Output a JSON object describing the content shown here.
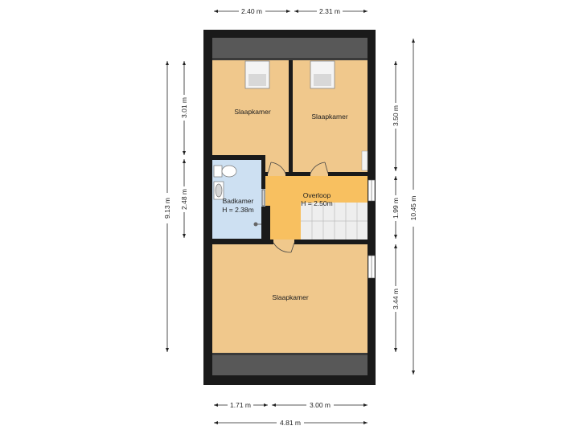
{
  "rooms": {
    "bedroom_top_left": {
      "name": "Slaapkamer"
    },
    "bedroom_top_right": {
      "name": "Slaapkamer"
    },
    "bathroom": {
      "name": "Badkamer",
      "height": "H = 2.38m"
    },
    "landing": {
      "name": "Overloop",
      "height": "H = 2.50m"
    },
    "bedroom_bottom": {
      "name": "Slaapkamer"
    }
  },
  "dimensions": {
    "top_left": "2.40 m",
    "top_right": "2.31 m",
    "left_outer": "9.13 m",
    "left_inner_top": "3.01 m",
    "left_inner_bottom": "2.48 m",
    "right_inner_top": "3.50 m",
    "right_inner_middle": "1.99 m",
    "right_inner_bottom": "3.44 m",
    "right_outer": "10.45 m",
    "bottom_left": "1.71 m",
    "bottom_right": "3.00 m",
    "bottom_total": "4.81 m"
  },
  "colors": {
    "wall": "#1a1a1a",
    "room": "#f0c88c",
    "landing": "#f8c060",
    "bathroom": "#cde0f2",
    "roof_band": "#585858",
    "stairs": "#eeeeee"
  }
}
